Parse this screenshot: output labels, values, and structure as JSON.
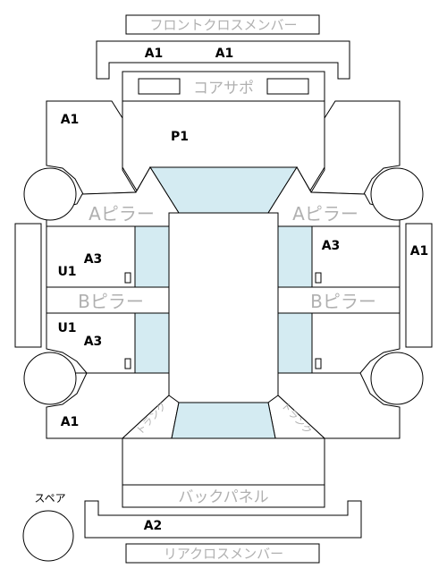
{
  "labels": {
    "front_cross_member": "フロントクロスメンバー",
    "core_support": "コアサポ",
    "a_pillar_left": "Aピラー",
    "a_pillar_right": "Aピラー",
    "b_pillar_left": "Bピラー",
    "b_pillar_right": "Bピラー",
    "back_panel": "バックパネル",
    "rear_cross_member": "リアクロスメンバー",
    "spare": "スペア",
    "trunk_left": "トランク",
    "trunk_right": "トランク"
  },
  "codes": {
    "front_member_left": "A1",
    "front_member_right": "A1",
    "front_left_fender": "A1",
    "hood": "P1",
    "right_door_panel": "A1",
    "left_front_door": "A3",
    "left_front_door_u": "U1",
    "left_rear_door_u": "U1",
    "left_rear_door": "A3",
    "right_front_door": "A3",
    "rear_left_quarter": "A1",
    "rear_member": "A2"
  },
  "colors": {
    "glass": "#d4ebf2",
    "outline": "#000000",
    "label_gray": "#b0b0b0"
  }
}
